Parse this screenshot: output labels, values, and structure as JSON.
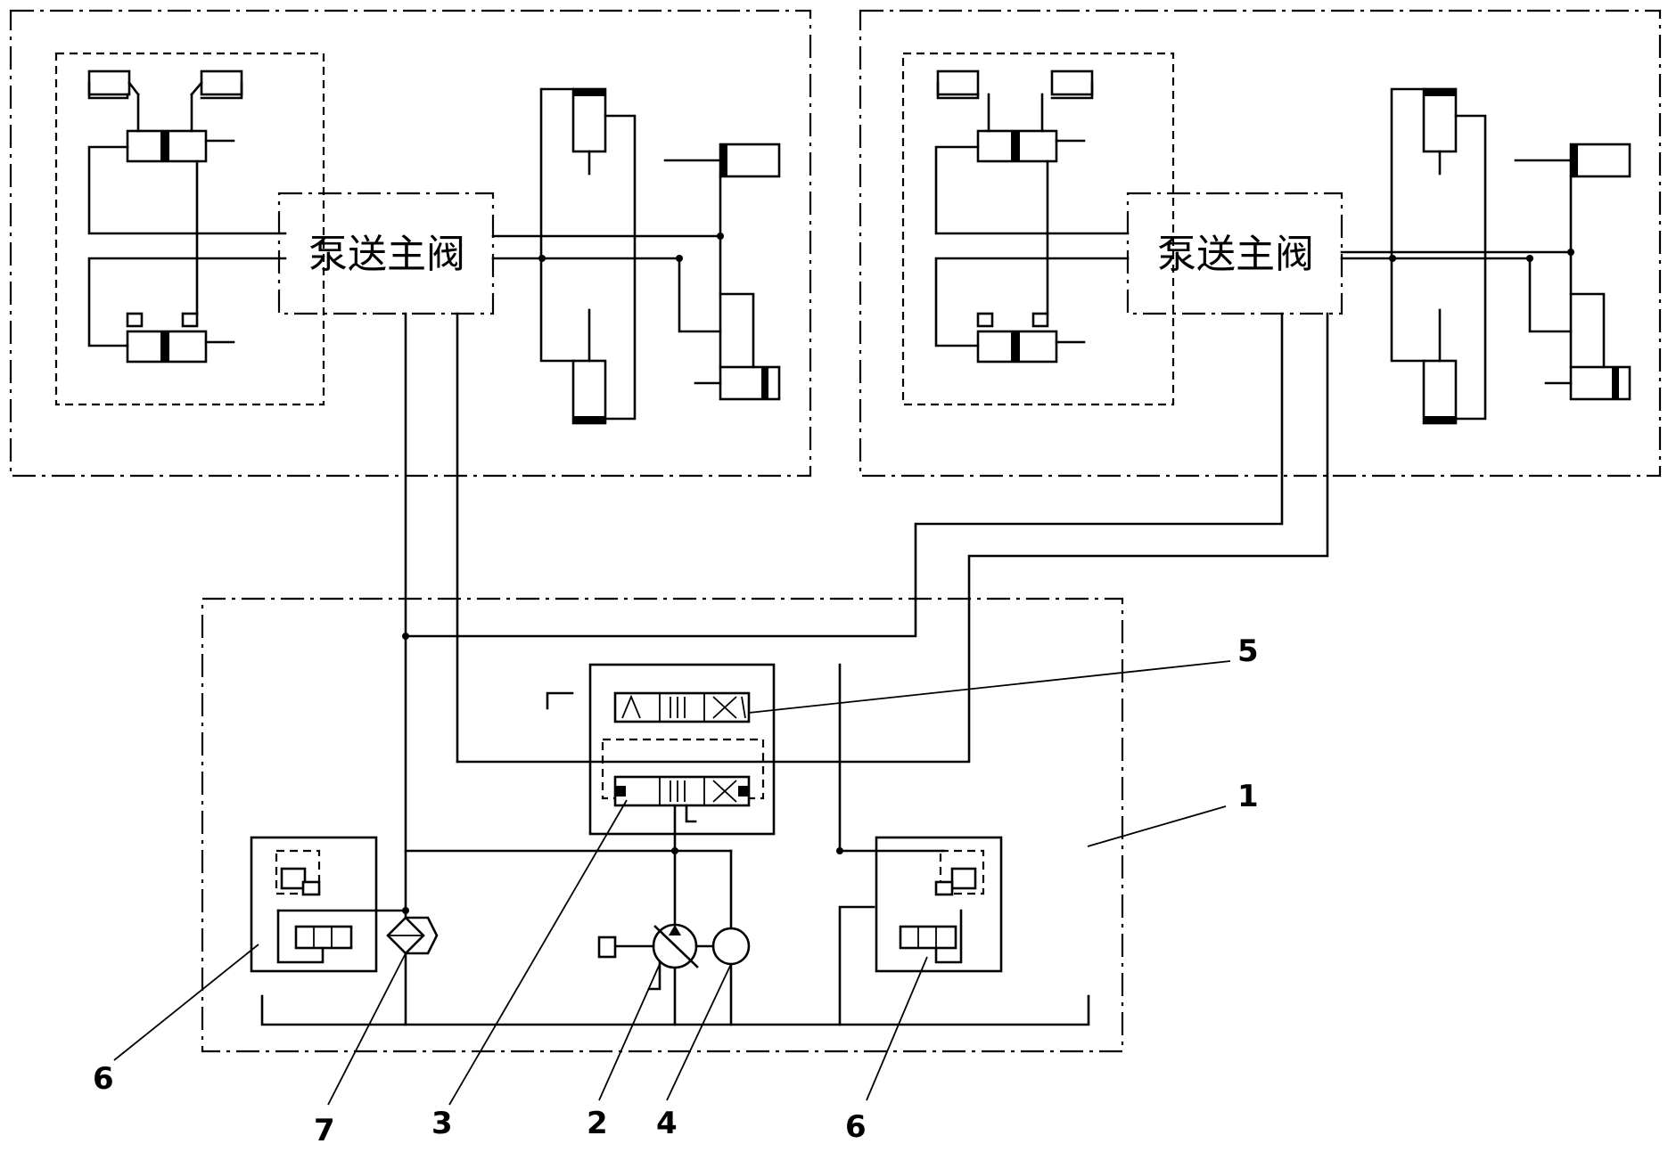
{
  "diagram": {
    "valve_label_left": "泵送主阀",
    "valve_label_right": "泵送主阀",
    "callouts": {
      "c1": "1",
      "c2": "2",
      "c3": "3",
      "c4": "4",
      "c5": "5",
      "c6_left": "6",
      "c6_right": "6",
      "c7": "7"
    }
  }
}
